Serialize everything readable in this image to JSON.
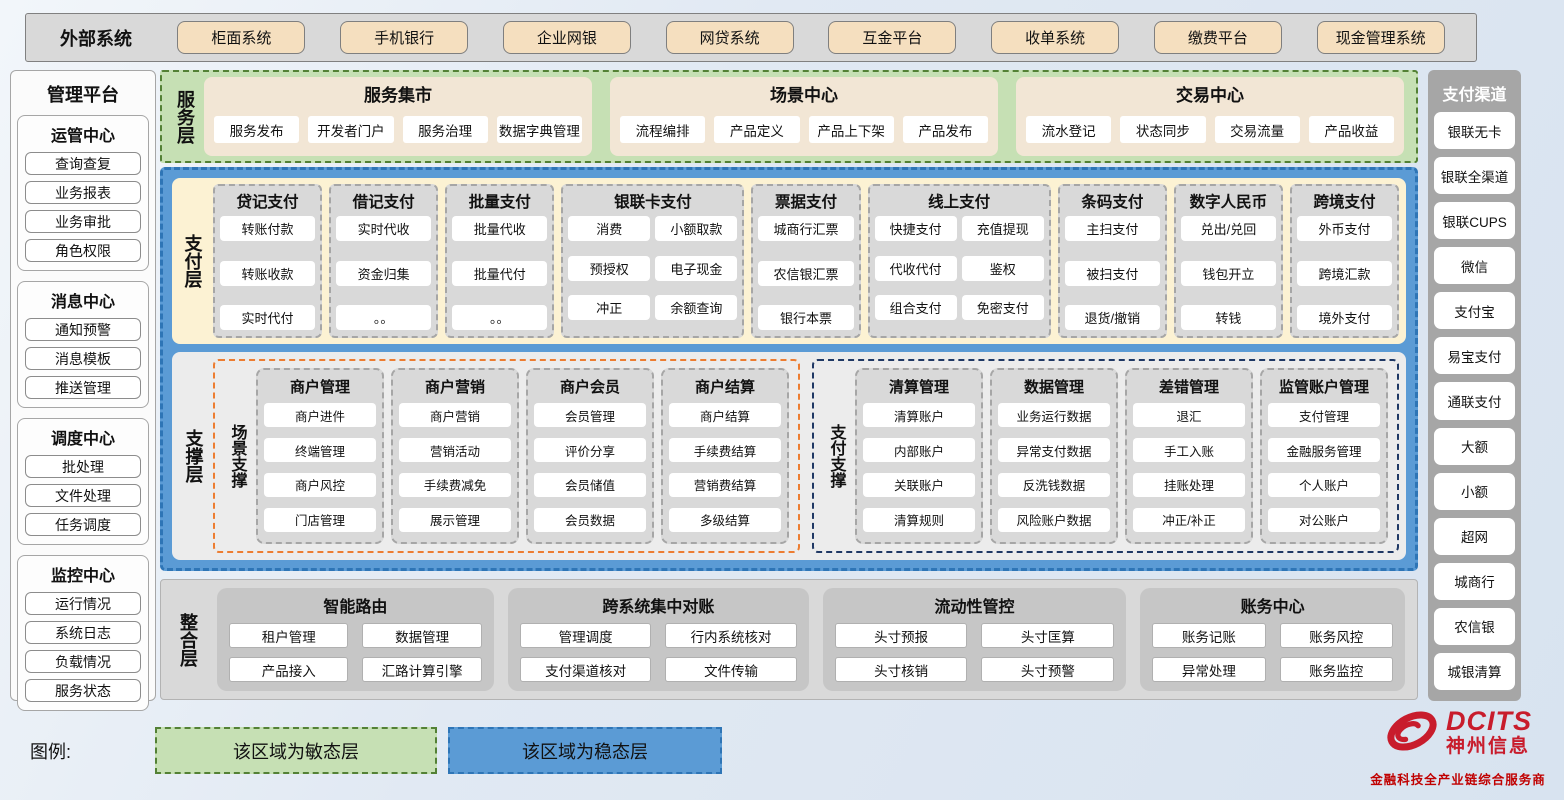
{
  "external": {
    "label": "外部系统",
    "items": [
      "柜面系统",
      "手机银行",
      "企业网银",
      "网贷系统",
      "互金平台",
      "收单系统",
      "缴费平台",
      "现金管理系统"
    ]
  },
  "management": {
    "title": "管理平台",
    "sections": [
      {
        "title": "运管中心",
        "items": [
          "查询查复",
          "业务报表",
          "业务审批",
          "角色权限"
        ]
      },
      {
        "title": "消息中心",
        "items": [
          "通知预警",
          "消息模板",
          "推送管理"
        ]
      },
      {
        "title": "调度中心",
        "items": [
          "批处理",
          "文件处理",
          "任务调度"
        ]
      },
      {
        "title": "监控中心",
        "items": [
          "运行情况",
          "系统日志",
          "负载情况",
          "服务状态"
        ]
      }
    ]
  },
  "service_layer": {
    "label": "服务层",
    "panels": [
      {
        "title": "服务集市",
        "items": [
          "服务发布",
          "开发者门户",
          "服务治理",
          "数据字典管理"
        ]
      },
      {
        "title": "场景中心",
        "items": [
          "流程编排",
          "产品定义",
          "产品上下架",
          "产品发布"
        ]
      },
      {
        "title": "交易中心",
        "items": [
          "流水登记",
          "状态同步",
          "交易流量",
          "产品收益"
        ]
      }
    ]
  },
  "payment_layer": {
    "label": "支付层",
    "columns": [
      {
        "title": "贷记支付",
        "wide": false,
        "items": [
          "转账付款",
          "转账收款",
          "实时代付"
        ]
      },
      {
        "title": "借记支付",
        "wide": false,
        "items": [
          "实时代收",
          "资金归集",
          "。。"
        ]
      },
      {
        "title": "批量支付",
        "wide": false,
        "items": [
          "批量代收",
          "批量代付",
          "。。"
        ]
      },
      {
        "title": "银联卡支付",
        "wide": true,
        "items": [
          "消费",
          "小额取款",
          "预授权",
          "电子现金",
          "冲正",
          "余额查询"
        ]
      },
      {
        "title": "票据支付",
        "wide": false,
        "items": [
          "城商行汇票",
          "农信银汇票",
          "银行本票"
        ]
      },
      {
        "title": "线上支付",
        "wide": true,
        "items": [
          "快捷支付",
          "充值提现",
          "代收代付",
          "鉴权",
          "组合支付",
          "免密支付"
        ]
      },
      {
        "title": "条码支付",
        "wide": false,
        "items": [
          "主扫支付",
          "被扫支付",
          "退货/撤销"
        ]
      },
      {
        "title": "数字人民币",
        "wide": false,
        "items": [
          "兑出/兑回",
          "钱包开立",
          "转钱"
        ]
      },
      {
        "title": "跨境支付",
        "wide": false,
        "items": [
          "外币支付",
          "跨境汇款",
          "境外支付"
        ]
      }
    ]
  },
  "support_layer": {
    "label": "支撑层",
    "groups": [
      {
        "label": "场景支撑",
        "accent": "#ed7d31",
        "columns": [
          {
            "title": "商户管理",
            "items": [
              "商户进件",
              "终端管理",
              "商户风控",
              "门店管理"
            ]
          },
          {
            "title": "商户营销",
            "items": [
              "商户营销",
              "营销活动",
              "手续费减免",
              "展示管理"
            ]
          },
          {
            "title": "商户会员",
            "items": [
              "会员管理",
              "评价分享",
              "会员储值",
              "会员数据"
            ]
          },
          {
            "title": "商户结算",
            "items": [
              "商户结算",
              "手续费结算",
              "营销费结算",
              "多级结算"
            ]
          }
        ]
      },
      {
        "label": "支付支撑",
        "accent": "#1f3864",
        "columns": [
          {
            "title": "清算管理",
            "items": [
              "清算账户",
              "内部账户",
              "关联账户",
              "清算规则"
            ]
          },
          {
            "title": "数据管理",
            "items": [
              "业务运行数据",
              "异常支付数据",
              "反洗钱数据",
              "风险账户数据"
            ]
          },
          {
            "title": "差错管理",
            "items": [
              "退汇",
              "手工入账",
              "挂账处理",
              "冲正/补正"
            ]
          },
          {
            "title": "监管账户管理",
            "items": [
              "支付管理",
              "金融服务管理",
              "个人账户",
              "对公账户"
            ]
          }
        ]
      }
    ]
  },
  "integration_layer": {
    "label": "整合层",
    "panels": [
      {
        "title": "智能路由",
        "items": [
          "租户管理",
          "数据管理",
          "产品接入",
          "汇路计算引擎"
        ]
      },
      {
        "title": "跨系统集中对账",
        "items": [
          "管理调度",
          "行内系统核对",
          "支付渠道核对",
          "文件传输"
        ]
      },
      {
        "title": "流动性管控",
        "items": [
          "头寸预报",
          "头寸匡算",
          "头寸核销",
          "头寸预警"
        ]
      },
      {
        "title": "账务中心",
        "items": [
          "账务记账",
          "账务风控",
          "异常处理",
          "账务监控"
        ]
      }
    ]
  },
  "channels": {
    "title": "支付渠道",
    "items": [
      "银联无卡",
      "银联全渠道",
      "银联CUPS",
      "微信",
      "支付宝",
      "易宝支付",
      "通联支付",
      "大额",
      "小额",
      "超网",
      "城商行",
      "农信银",
      "城银清算"
    ]
  },
  "legend": {
    "label": "图例:",
    "agile": "该区域为敏态层",
    "stable": "该区域为稳态层"
  },
  "logo": {
    "name": "DCITS",
    "company": "神州信息",
    "tagline": "金融科技全产业链综合服务商"
  },
  "colors": {
    "agile_green": "#c6e0b4",
    "agile_border": "#538135",
    "stable_blue": "#5b9bd5",
    "stable_border": "#2e75b6",
    "scene_accent": "#ed7d31",
    "payment_support_accent": "#1f3864",
    "external_button": "#f5dfbf",
    "brand_red": "#c81c2c"
  }
}
